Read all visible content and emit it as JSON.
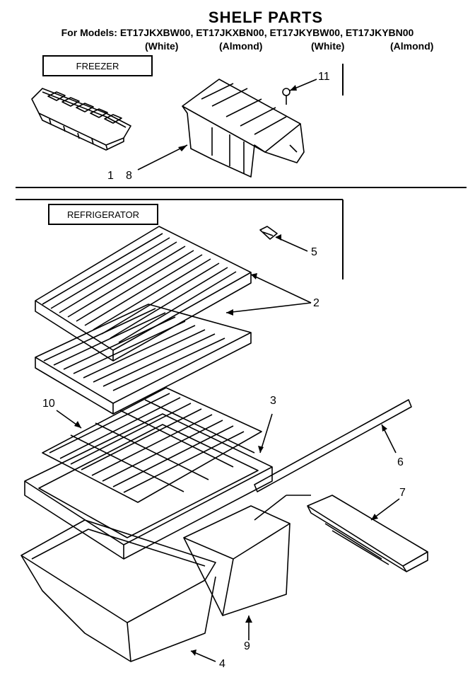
{
  "header": {
    "title": "SHELF PARTS",
    "models_line": "For Models: ET17JKXBW00, ET17JKXBN00, ET17JKYBW00, ET17JKYBN00",
    "variants": [
      "(White)",
      "(Almond)",
      "(White)",
      "(Almond)"
    ]
  },
  "sections": {
    "freezer": "FREEZER",
    "refrigerator": "REFRIGERATOR"
  },
  "callouts": [
    "1",
    "8",
    "11",
    "5",
    "2",
    "3",
    "10",
    "6",
    "7",
    "9",
    "4"
  ]
}
